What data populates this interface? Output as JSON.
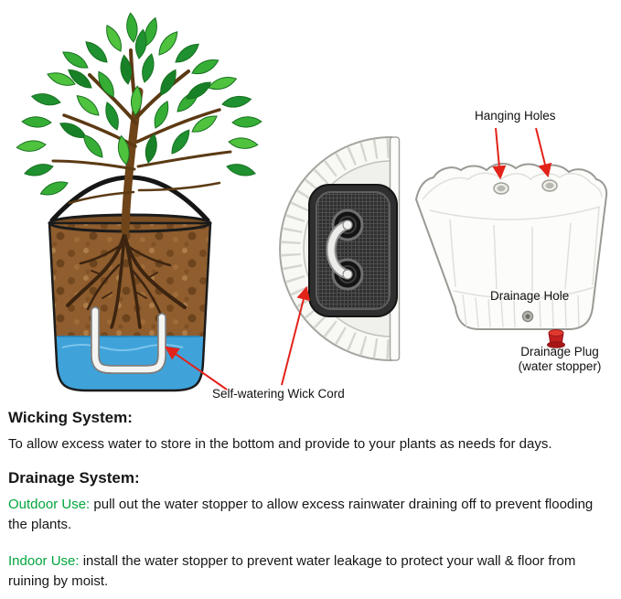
{
  "annotations": {
    "hanging_holes": "Hanging Holes",
    "drainage_hole": "Drainage Hole",
    "drainage_plug": "Drainage Plug",
    "drainage_plug_sub": "(water stopper)",
    "wick_cord": "Self-watering Wick Cord"
  },
  "sections": {
    "wicking": {
      "heading": "Wicking System:",
      "body": "To allow excess water to store in the bottom and provide to your plants as needs for days."
    },
    "drainage": {
      "heading": "Drainage System:",
      "outdoor_label": "Outdoor Use:",
      "outdoor_body": "pull out the water stopper to allow excess rainwater draining off to prevent flooding the plants.",
      "indoor_label": "Indoor Use:",
      "indoor_body": "install the water stopper to prevent water leakage to protect your wall & floor from ruining by moist."
    }
  },
  "illustrations": {
    "left": "plant-in-self-watering-pot-cutaway",
    "middle": "planter-top-view-wick-cord-through-holes",
    "right": "white-wall-planter-with-hanging-holes-and-drain-plug"
  },
  "colors": {
    "accent_green": "#00a63c",
    "arrow_red": "#e2231a",
    "water_blue": "#3fa3da",
    "soil_brown": "#8f5d2e",
    "leaf_green": "#2f9e2f",
    "plug_red": "#c21f1f"
  }
}
